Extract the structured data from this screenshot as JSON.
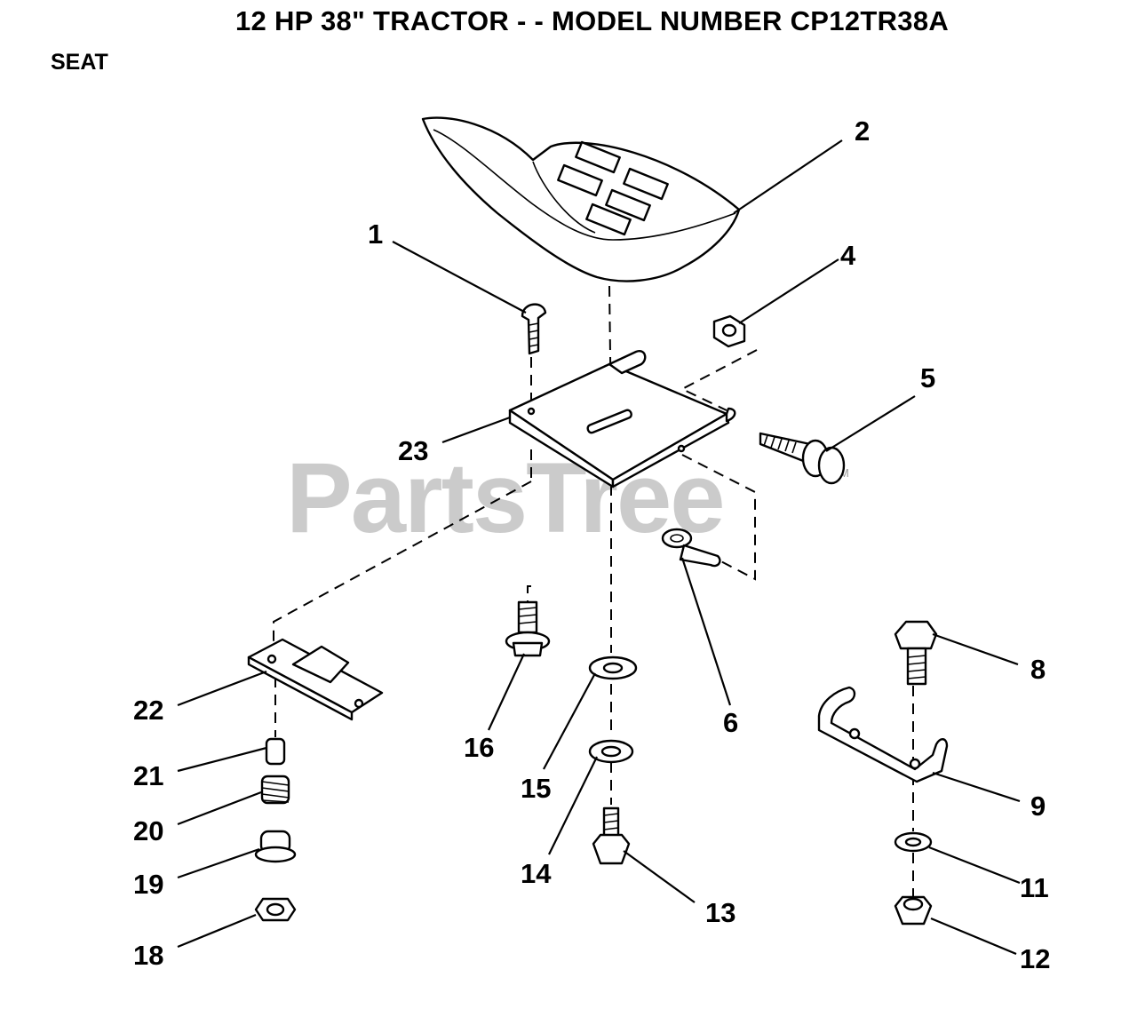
{
  "header": {
    "title": "12 HP 38\" TRACTOR - - MODEL NUMBER CP12TR38A",
    "section": "SEAT"
  },
  "watermark": {
    "text": "PartsTree",
    "tm": "TM"
  },
  "callouts": {
    "c1": "1",
    "c2": "2",
    "c4": "4",
    "c5": "5",
    "c6": "6",
    "c8": "8",
    "c9": "9",
    "c11": "11",
    "c12": "12",
    "c13": "13",
    "c14": "14",
    "c15": "15",
    "c16": "16",
    "c18": "18",
    "c19": "19",
    "c20": "20",
    "c21": "21",
    "c22": "22",
    "c23": "23"
  }
}
